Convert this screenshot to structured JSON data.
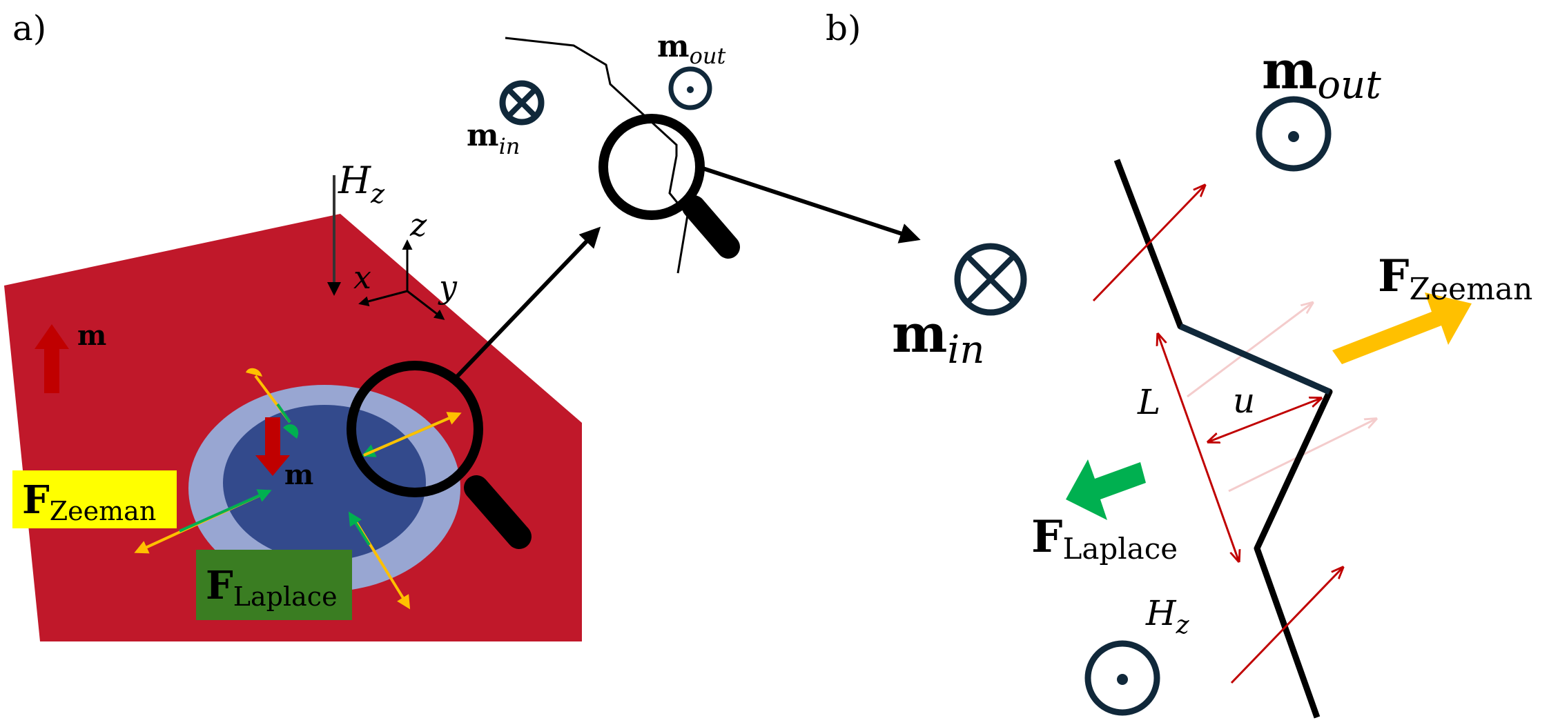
{
  "panels": {
    "a": {
      "label": "a)",
      "field_label": "H",
      "field_sub": "z",
      "axis_z": "z",
      "axis_x": "x",
      "axis_y": "y",
      "m_label": "m",
      "m_domain_label": "m",
      "zeeman_label": "F",
      "zeeman_sub": "Zeeman",
      "laplace_label": "F",
      "laplace_sub": "Laplace",
      "m_in_label": "m",
      "m_in_sub": "in",
      "m_out_label": "m",
      "m_out_sub": "out"
    },
    "b": {
      "label": "b)",
      "m_out_label": "m",
      "m_out_sub": "out",
      "m_in_label": "m",
      "m_in_sub": "in",
      "zeeman_label": "F",
      "zeeman_sub": "Zeeman",
      "laplace_label": "F",
      "laplace_sub": "Laplace",
      "length_label": "L",
      "displacement_label": "u",
      "field_label": "H",
      "field_sub": "z"
    }
  },
  "colors": {
    "film": "#c0182a",
    "domain_outer": "#98a6d2",
    "domain_inner": "#334a8c",
    "zeeman": "#ffc000",
    "zeeman_box": "#ffff00",
    "laplace_bright": "#00b050",
    "laplace_box": "#3a7d22",
    "magnetization": "#c00000",
    "symbol": "#10283a"
  },
  "icons": [
    "magnifier-icon",
    "cross-circle-icon",
    "dot-circle-icon",
    "arrow-icon"
  ]
}
